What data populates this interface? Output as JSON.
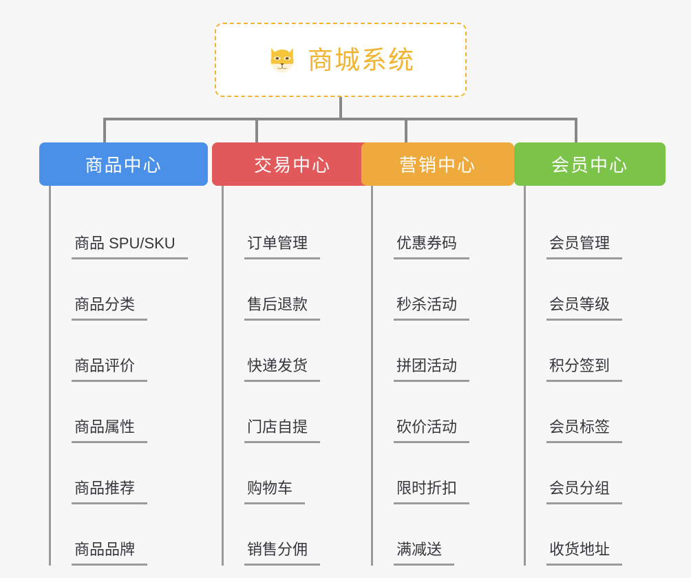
{
  "page": {
    "background_color": "#f7f7f7",
    "type": "mindmap"
  },
  "root": {
    "title": "商城系统",
    "icon": "shiba-dog-face-icon",
    "border_color": "#f2b430",
    "text_color": "#f2b430",
    "background_color": "#ffffff"
  },
  "connector": {
    "color": "#888888"
  },
  "branches": [
    {
      "label": "商品中心",
      "color": "#4a90e8",
      "items": [
        {
          "label": "商品 SPU/SKU"
        },
        {
          "label": "商品分类"
        },
        {
          "label": "商品评价"
        },
        {
          "label": "商品属性"
        },
        {
          "label": "商品推荐"
        },
        {
          "label": "商品品牌"
        }
      ]
    },
    {
      "label": "交易中心",
      "color": "#e2595b",
      "items": [
        {
          "label": "订单管理"
        },
        {
          "label": "售后退款"
        },
        {
          "label": "快递发货"
        },
        {
          "label": "门店自提"
        },
        {
          "label": "购物车"
        },
        {
          "label": "销售分佣"
        }
      ]
    },
    {
      "label": "营销中心",
      "color": "#eeaa3c",
      "items": [
        {
          "label": "优惠券码"
        },
        {
          "label": "秒杀活动"
        },
        {
          "label": "拼团活动"
        },
        {
          "label": "砍价活动"
        },
        {
          "label": "限时折扣"
        },
        {
          "label": "满减送"
        }
      ]
    },
    {
      "label": "会员中心",
      "color": "#7cc council"
    }
  ]
}
